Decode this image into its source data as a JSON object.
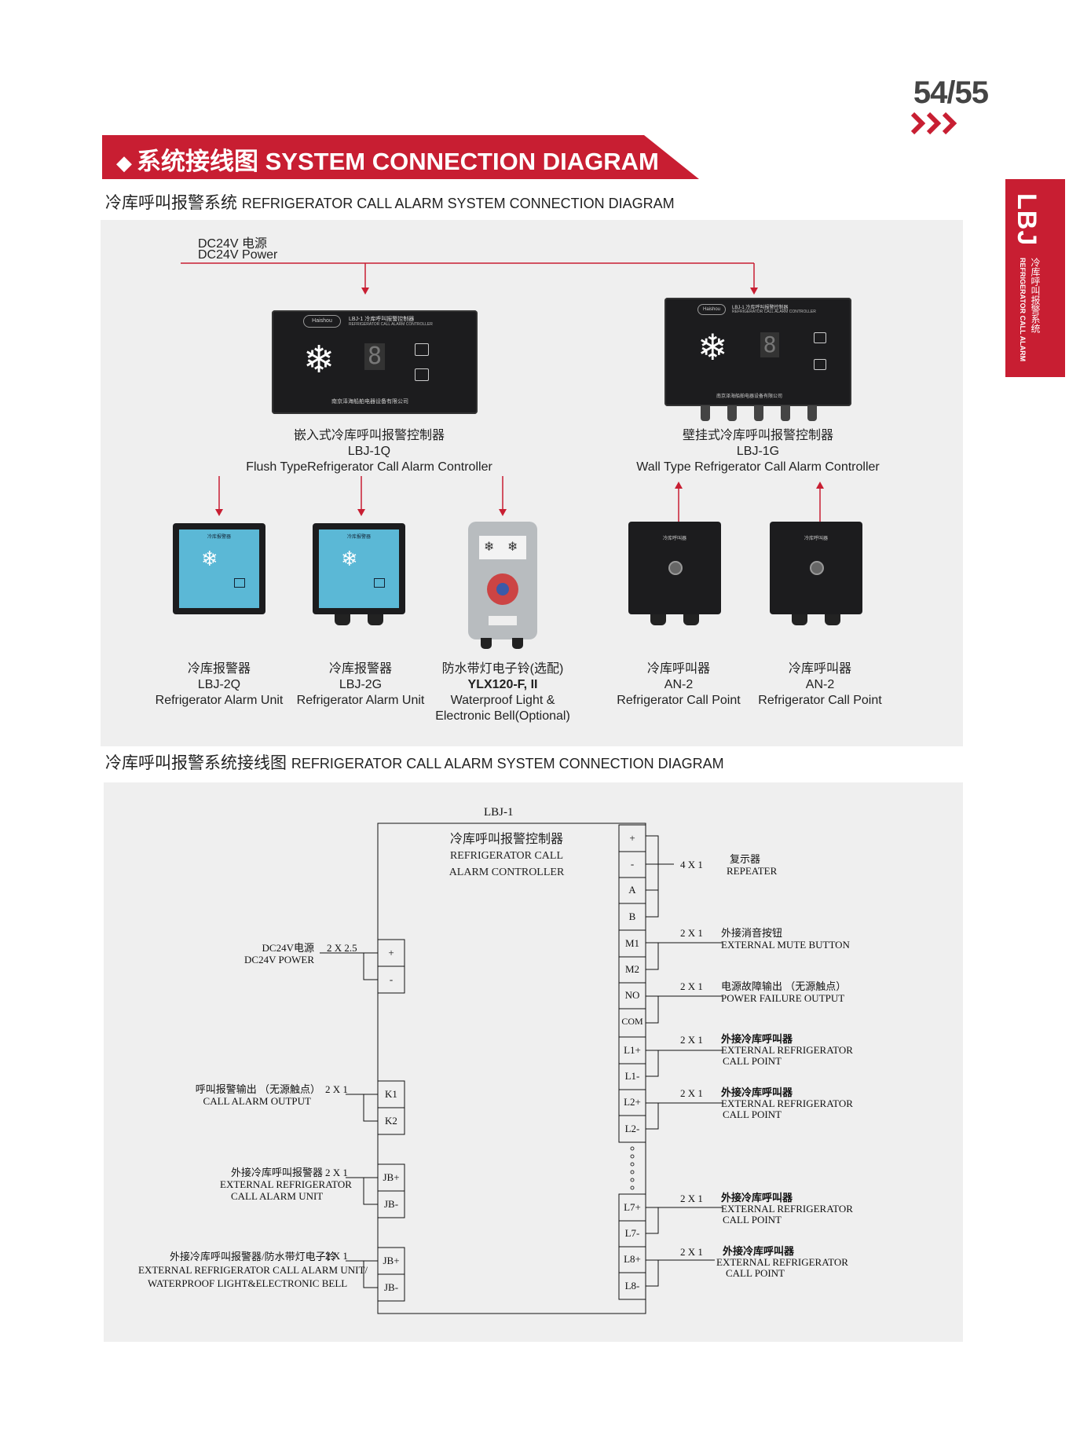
{
  "page": {
    "number": "54/55"
  },
  "banner": {
    "marker": "◆",
    "title": "系统接线图  SYSTEM CONNECTION DIAGRAM"
  },
  "side_tab": {
    "code": "LBJ",
    "cn": "冷库呼叫报警系统",
    "en": "REFRIGERATOR CALL ALARM"
  },
  "section1": {
    "title_cn": "冷库呼叫报警系统 ",
    "title_en": "REFRIGERATOR CALL ALARM SYSTEM CONNECTION DIAGRAM",
    "power": {
      "cn": "DC24V 电源",
      "en": "DC24V Power"
    },
    "controllers": [
      {
        "cn": "嵌入式冷库呼叫报警控制器",
        "model": "LBJ-1Q",
        "en": "Flush TypeRefrigerator Call Alarm Controller",
        "device_title": "LBJ-1 冷库呼叫报警控制器",
        "device_subtitle": "REFRIGERATOR CALL ALARM CONTROLLER",
        "brand": "Haishou",
        "display": "8",
        "footer": "南京泽海船舶电器设备有限公司"
      },
      {
        "cn": "壁挂式冷库呼叫报警控制器",
        "model": "LBJ-1G",
        "en": "Wall Type Refrigerator Call Alarm Controller",
        "device_title": "LBJ-1 冷库呼叫报警控制器",
        "device_subtitle": "REFRIGERATOR CALL ALARM CONTROLLER",
        "brand": "Haishou",
        "display": "8",
        "footer": "南京泽海船舶电器设备有限公司"
      }
    ],
    "units": [
      {
        "cn": "冷库报警器",
        "model": "LBJ-2Q",
        "en": "Refrigerator Alarm Unit",
        "en2": "",
        "device_title": "冷库报警器"
      },
      {
        "cn": "冷库报警器",
        "model": "LBJ-2G",
        "en": "Refrigerator Alarm Unit",
        "en2": "",
        "device_title": "冷库报警器"
      },
      {
        "cn": "防水带灯电子铃(选配)",
        "model": "YLX120-F, II",
        "en": "Waterproof Light &",
        "en2": "Electronic Bell(Optional)",
        "device_title": ""
      },
      {
        "cn": "冷库呼叫器",
        "model": "AN-2",
        "en": "Refrigerator Call Point",
        "en2": "",
        "device_title": "冷库呼叫器"
      },
      {
        "cn": "冷库呼叫器",
        "model": "AN-2",
        "en": "Refrigerator Call Point",
        "en2": "",
        "device_title": "冷库呼叫器"
      }
    ]
  },
  "section2": {
    "title_cn": "冷库呼叫报警系统接线图 ",
    "title_en": "REFRIGERATOR CALL ALARM SYSTEM CONNECTION DIAGRAM",
    "box_label": "LBJ-1",
    "box_cn": "冷库呼叫报警控制器",
    "box_en1": "REFRIGERATOR CALL",
    "box_en2": "ALARM CONTROLLER",
    "left_terminals": [
      "+",
      "-",
      "K1",
      "K2",
      "JB+",
      "JB-",
      "JB+",
      "JB-"
    ],
    "right_terminals": [
      "+",
      "-",
      "A",
      "B",
      "M1",
      "M2",
      "NO",
      "COM",
      "L1+",
      "L1-",
      "L2+",
      "L2-",
      "L7+",
      "L7-",
      "L8+",
      "L8-"
    ],
    "left_groups": [
      {
        "cable": "2 X 2.5",
        "line1": "DC24V电源",
        "line2": "DC24V POWER",
        "line3": ""
      },
      {
        "cable": "2 X 1",
        "line1": "呼叫报警输出 （无源触点）",
        "line2": "CALL ALARM OUTPUT",
        "line3": ""
      },
      {
        "cable": "2 X 1",
        "line1": "外接冷库呼叫报警器",
        "line2": "EXTERNAL REFRIGERATOR",
        "line3": "CALL ALARM UNIT"
      },
      {
        "cable": "2 X 1",
        "line1": "外接冷库呼叫报警器/防水带灯电子铃",
        "line2": "EXTERNAL REFRIGERATOR CALL ALARM UNIT/",
        "line3": "WATERPROOF LIGHT&ELECTRONIC BELL"
      }
    ],
    "right_groups": [
      {
        "cable": "4 X 1",
        "line1": "复示器",
        "line2": "REPEATER",
        "line3": ""
      },
      {
        "cable": "2 X 1",
        "line1": "外接消音按钮",
        "line2": "EXTERNAL MUTE BUTTON",
        "line3": ""
      },
      {
        "cable": "2 X 1",
        "line1": "电源故障输出 （无源触点）",
        "line2": "POWER FAILURE OUTPUT",
        "line3": ""
      },
      {
        "cable": "2 X 1",
        "line1": "外接冷库呼叫器",
        "line2": "EXTERNAL REFRIGERATOR",
        "line3": "CALL POINT"
      },
      {
        "cable": "2 X 1",
        "line1": "外接冷库呼叫器",
        "line2": "EXTERNAL REFRIGERATOR",
        "line3": "CALL POINT"
      },
      {
        "cable": "2 X 1",
        "line1": "外接冷库呼叫器",
        "line2": "EXTERNAL REFRIGERATOR",
        "line3": "CALL POINT"
      },
      {
        "cable": "2 X 1",
        "line1": "外接冷库呼叫器",
        "line2": "EXTERNAL REFRIGERATOR",
        "line3": "CALL POINT"
      }
    ]
  },
  "colors": {
    "accent": "#c81e32",
    "panel": "#efefef",
    "device": "#1c1c1e",
    "unit_face": "#5bb8d6",
    "arrow": "#c81e32"
  }
}
